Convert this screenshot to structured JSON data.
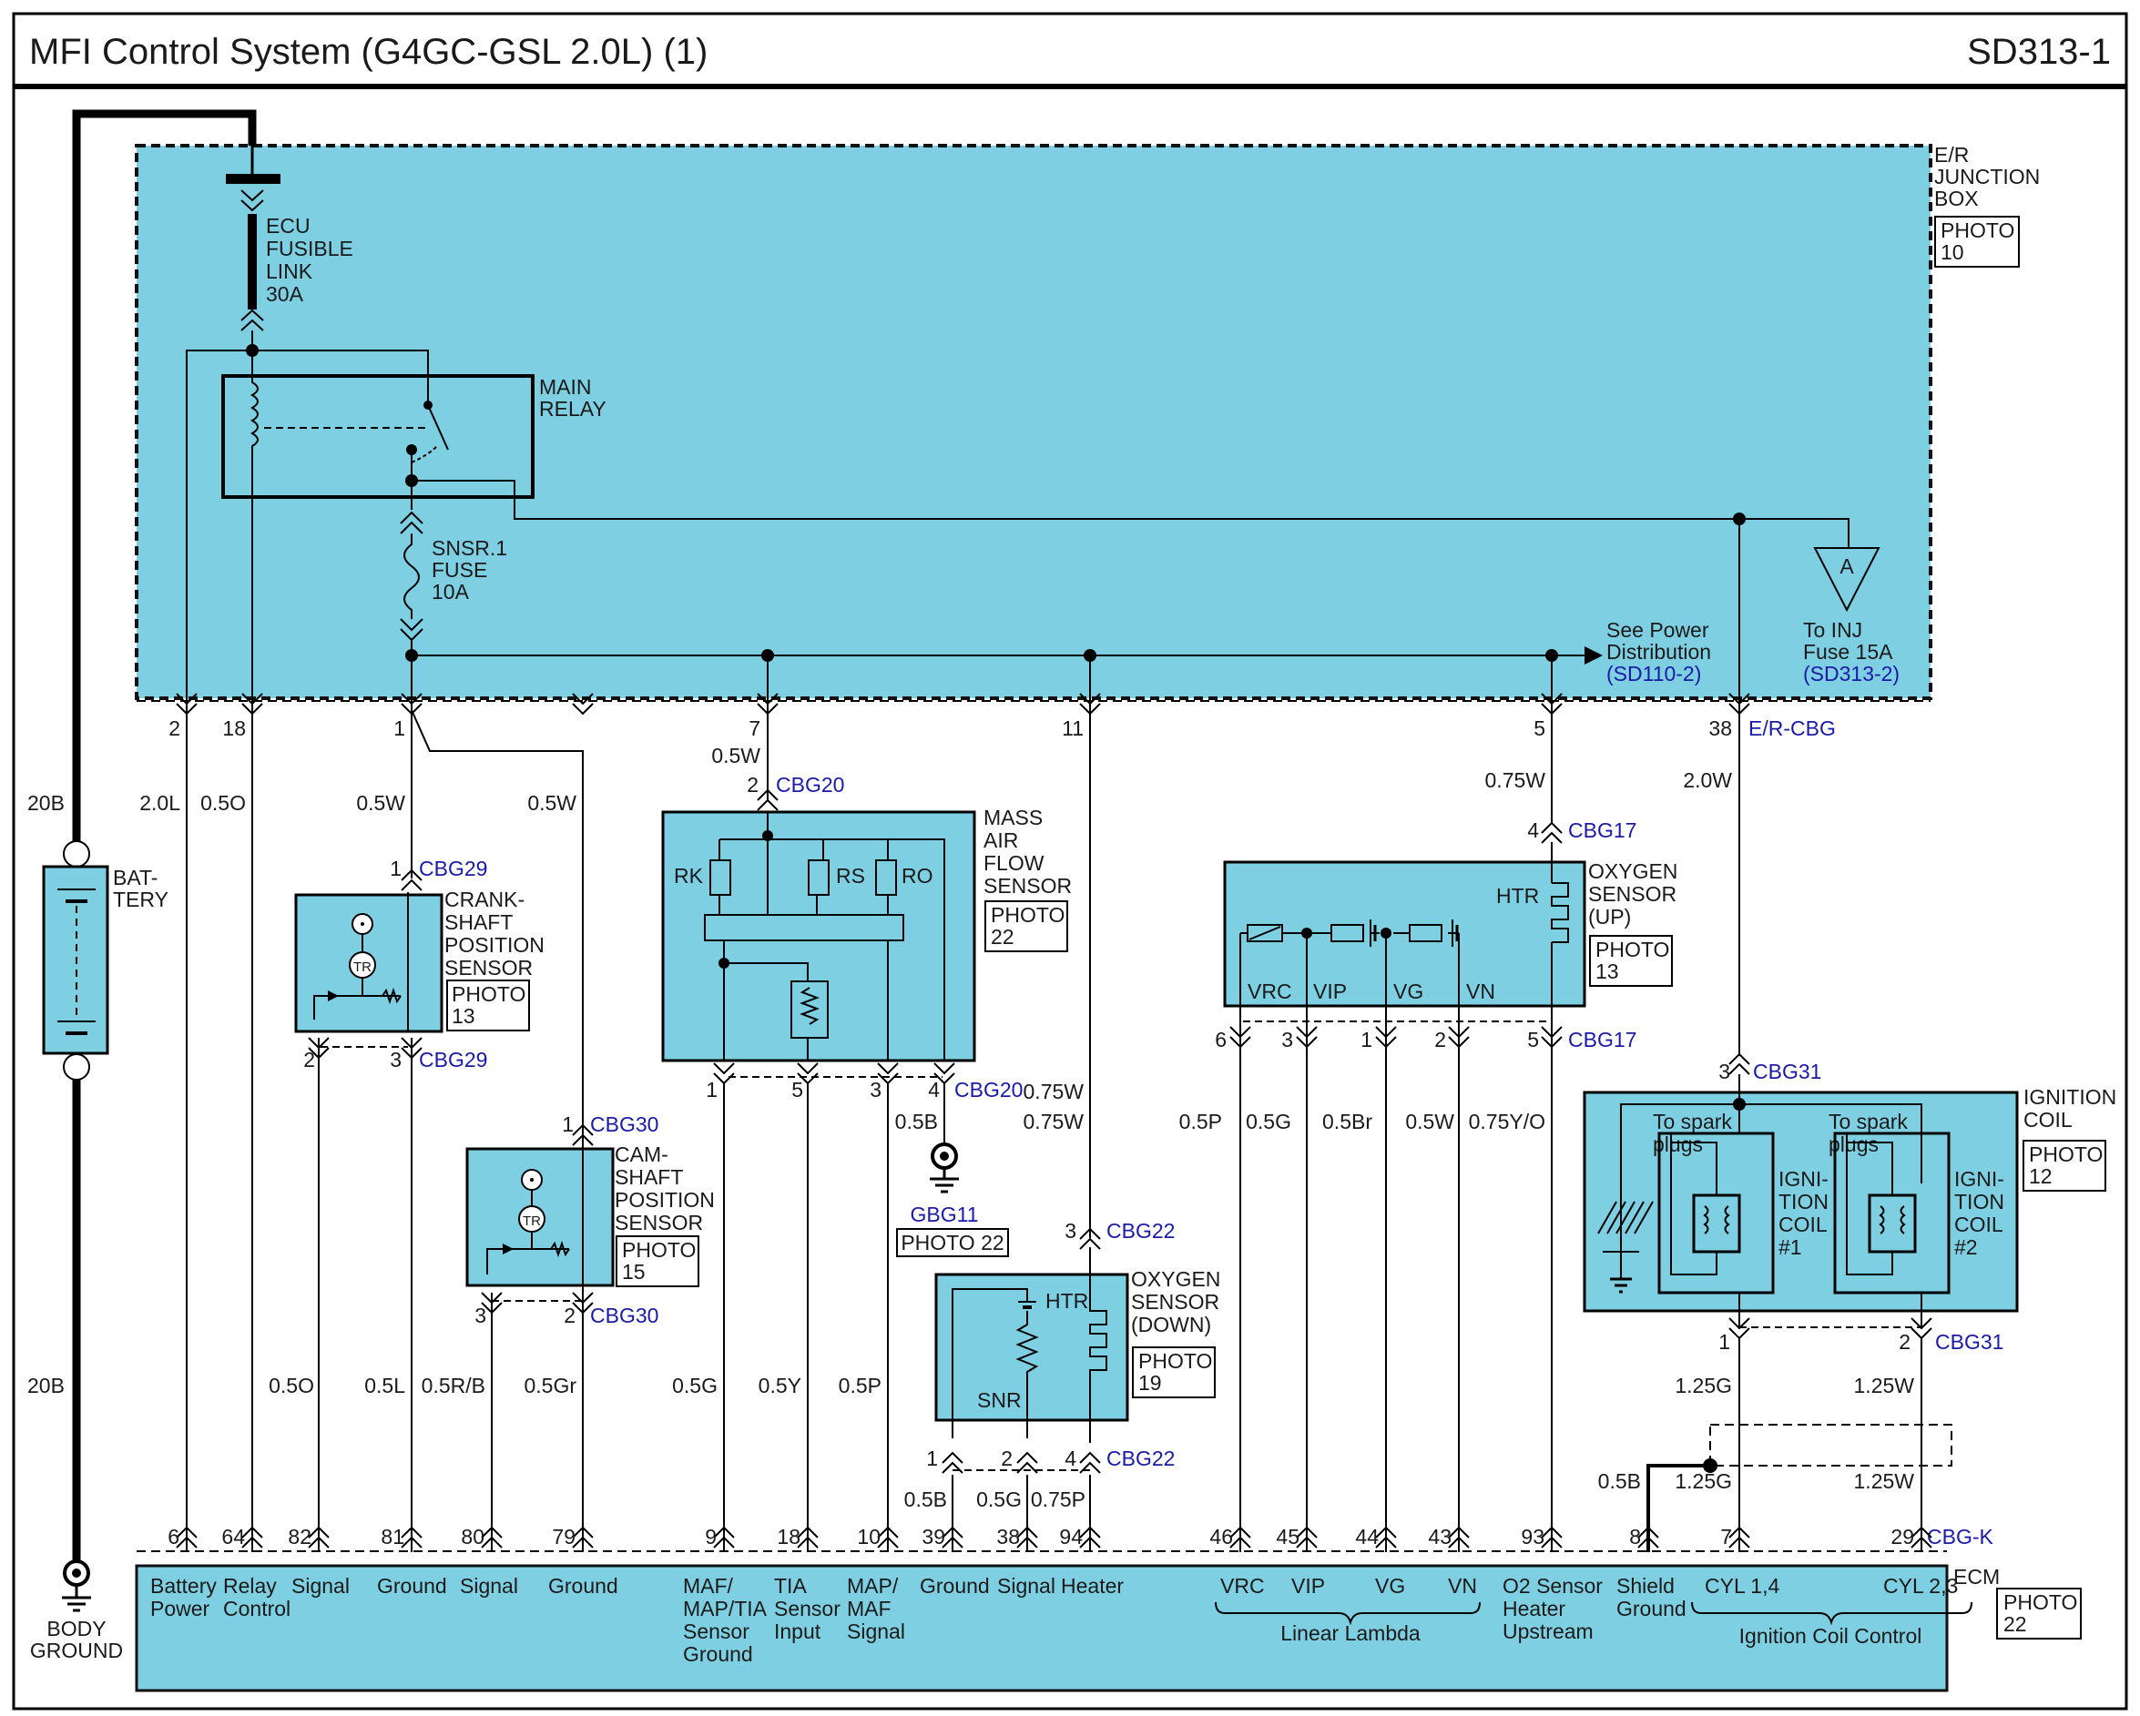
{
  "header": {
    "title": "MFI Control System (G4GC-GSL 2.0L) (1)",
    "page_code": "SD313-1"
  },
  "junction_box": {
    "label": [
      "E/R",
      "JUNCTION",
      "BOX"
    ],
    "photo": [
      "PHOTO",
      "10"
    ]
  },
  "fusible_link": [
    "ECU",
    "FUSIBLE",
    "LINK",
    "30A"
  ],
  "main_relay": [
    "MAIN",
    "RELAY"
  ],
  "sensor_fuse": [
    "SNSR.1",
    "FUSE",
    "10A"
  ],
  "power_dist": [
    "See Power",
    "Distribution",
    "(SD110-2)"
  ],
  "inj_fuse": {
    "tri": "A",
    "lines": [
      "To INJ",
      "Fuse 15A",
      "(SD313-2)"
    ]
  },
  "er_cbg": "E/R-CBG",
  "battery": [
    "BAT-",
    "TERY"
  ],
  "body_ground": [
    "BODY",
    "GROUND"
  ],
  "wire_20b_top": "20B",
  "wire_20b_bottom": "20B",
  "connector_pins": [
    {
      "pin": "2",
      "wire": "2.0L"
    },
    {
      "pin": "18",
      "wire": "0.5O"
    },
    {
      "pin": "1",
      "wire": "0.5W"
    },
    {
      "pin": "0.5W"
    },
    {
      "pin": "7",
      "wire": "0.5W"
    },
    {
      "pin": "11",
      "wire": "0.75W"
    },
    {
      "pin": "5",
      "wire": "0.75W"
    },
    {
      "pin": "38",
      "wire": "2.0W"
    }
  ],
  "crank_sensor": {
    "label": [
      "CRANK-",
      "SHAFT",
      "POSITION",
      "SENSOR"
    ],
    "photo": [
      "PHOTO",
      "13"
    ],
    "conn": "CBG29",
    "pin_top": "1",
    "pin_l": "2",
    "pin_r": "3",
    "tr": "TR"
  },
  "cam_sensor": {
    "label": [
      "CAM-",
      "SHAFT",
      "POSITION",
      "SENSOR"
    ],
    "photo": [
      "PHOTO",
      "15"
    ],
    "conn": "CBG30",
    "pin_top": "1",
    "pin_l": "3",
    "pin_r": "2",
    "tr": "TR"
  },
  "maf_sensor": {
    "label": [
      "MASS",
      "AIR",
      "FLOW",
      "SENSOR"
    ],
    "photo": [
      "PHOTO",
      "22"
    ],
    "conn": "CBG20",
    "pin_top": "2",
    "rk": "RK",
    "rs": "RS",
    "ro": "RO",
    "pins": [
      "1",
      "5",
      "3",
      "4"
    ]
  },
  "gbg11": {
    "name": "GBG11",
    "photo": "PHOTO 22",
    "wire": "0.5B"
  },
  "o2_up": {
    "label": [
      "OXYGEN",
      "SENSOR",
      "(UP)"
    ],
    "photo": [
      "PHOTO",
      "13"
    ],
    "htr": "HTR",
    "conn": "CBG17",
    "pin_top": "4",
    "terms": [
      "VRC",
      "VIP",
      "VG",
      "VN"
    ],
    "pins": [
      "6",
      "3",
      "1",
      "2",
      "5"
    ]
  },
  "o2_down": {
    "label": [
      "OXYGEN",
      "SENSOR",
      "(DOWN)"
    ],
    "photo": [
      "PHOTO",
      "19"
    ],
    "htr": "HTR",
    "snr": "SNR",
    "conn": "CBG22",
    "pin_top": "3",
    "pins": [
      "1",
      "2",
      "4"
    ],
    "wire_top": "0.75W"
  },
  "ign_coil": {
    "label": [
      "IGNITION",
      "COIL"
    ],
    "photo": [
      "PHOTO",
      "12"
    ],
    "conn": "CBG31",
    "pin_top": "3",
    "spark1": [
      "To spark",
      "plugs"
    ],
    "spark2": [
      "To spark",
      "plugs"
    ],
    "coil1": [
      "IGNI-",
      "TION",
      "COIL",
      "#1"
    ],
    "coil2": [
      "IGNI-",
      "TION",
      "COIL",
      "#2"
    ],
    "pin_b1": "1",
    "pin_b2": "2"
  },
  "mid_wires": [
    "0.5O",
    "0.5L",
    "0.5R/B",
    "0.5Gr",
    "0.5G",
    "0.5Y",
    "0.5P",
    "0.5P",
    "0.5G",
    "0.5Br",
    "0.5W",
    "0.75Y/O",
    "1.25G",
    "1.25W"
  ],
  "low_wires": [
    "0.5B",
    "0.5G",
    "0.75P",
    "0.5B",
    "1.25G",
    "1.25W"
  ],
  "ecm": {
    "name": "ECM",
    "photo": [
      "PHOTO",
      "22"
    ],
    "conn": "CBG-K",
    "pins": [
      "6",
      "64",
      "82",
      "81",
      "80",
      "79",
      "9",
      "18",
      "10",
      "39",
      "38",
      "94",
      "46",
      "45",
      "44",
      "43",
      "93",
      "8",
      "7",
      "29"
    ],
    "labels": [
      [
        "Battery",
        "Power"
      ],
      [
        "Relay",
        "Control"
      ],
      [
        "Signal"
      ],
      [
        "Ground"
      ],
      [
        "Signal"
      ],
      [
        "Ground"
      ],
      [
        "MAF/",
        "MAP/TIA",
        "Sensor",
        "Ground"
      ],
      [
        "TIA",
        "Sensor",
        "Input"
      ],
      [
        "MAP/",
        "MAF",
        "Signal"
      ],
      [
        "Ground"
      ],
      [
        "Signal"
      ],
      [
        "Heater"
      ],
      [
        "VRC"
      ],
      [
        "VIP"
      ],
      [
        "VG"
      ],
      [
        "VN"
      ],
      [
        "O2 Sensor",
        "Heater",
        "Upstream"
      ],
      [
        "Shield",
        "Ground"
      ],
      [
        "CYL 1,4"
      ],
      [
        "CYL 2,3"
      ]
    ],
    "group_linear": "Linear Lambda",
    "group_ign": "Ignition Coil Control"
  }
}
